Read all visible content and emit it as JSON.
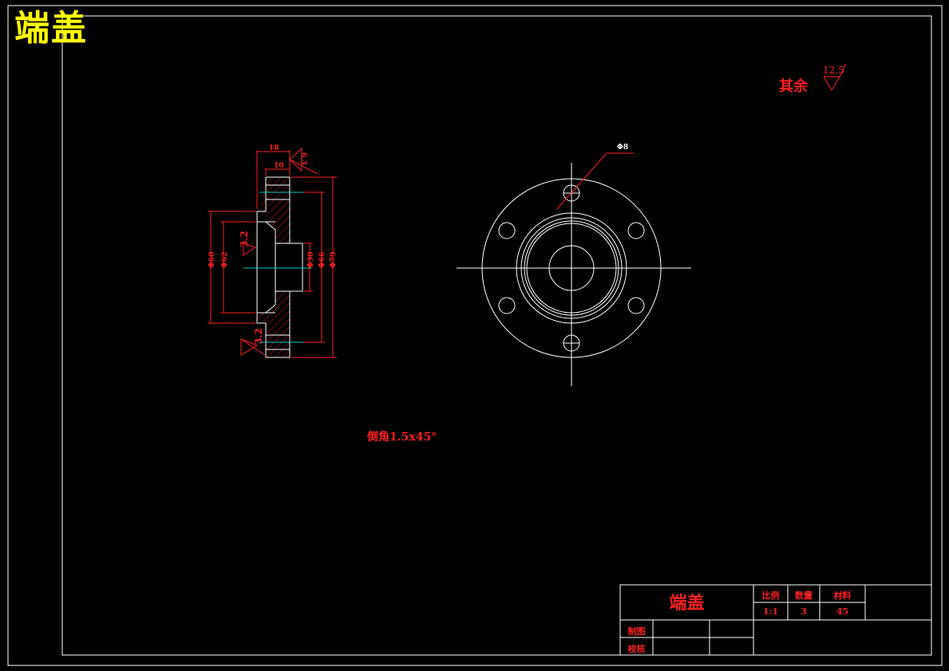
{
  "drawing": {
    "big_title": "端盖",
    "surface_note": {
      "label": "其余",
      "value": "12.5"
    },
    "chamfer_note": "倒角1.5x45°",
    "section_dims": {
      "top_width": "18",
      "hub_width": "10",
      "outer_dia": "Φ79",
      "bolt_circle_dia": "Φ66",
      "bore_dia": "Φ30",
      "recess_dia": "Φ62",
      "step_dia": "Φ60",
      "roughness_top": "6.3",
      "roughness_left": "3.2",
      "roughness_bottom": "3.2"
    },
    "front_view": {
      "hole_dia": "Φ8"
    }
  },
  "title_block": {
    "part_name": "端盖",
    "headers": {
      "scale": "比例",
      "quantity": "数量",
      "material": "材料"
    },
    "values": {
      "scale": "1:1",
      "quantity": "3",
      "material": "45"
    },
    "rows": {
      "drawn": "制图",
      "checked": "校核"
    }
  },
  "colors": {
    "frame": "#ffffff",
    "text": "#ff2020",
    "title": "#ffff00",
    "center": "#00cccc",
    "hatch": "#ff2020"
  }
}
